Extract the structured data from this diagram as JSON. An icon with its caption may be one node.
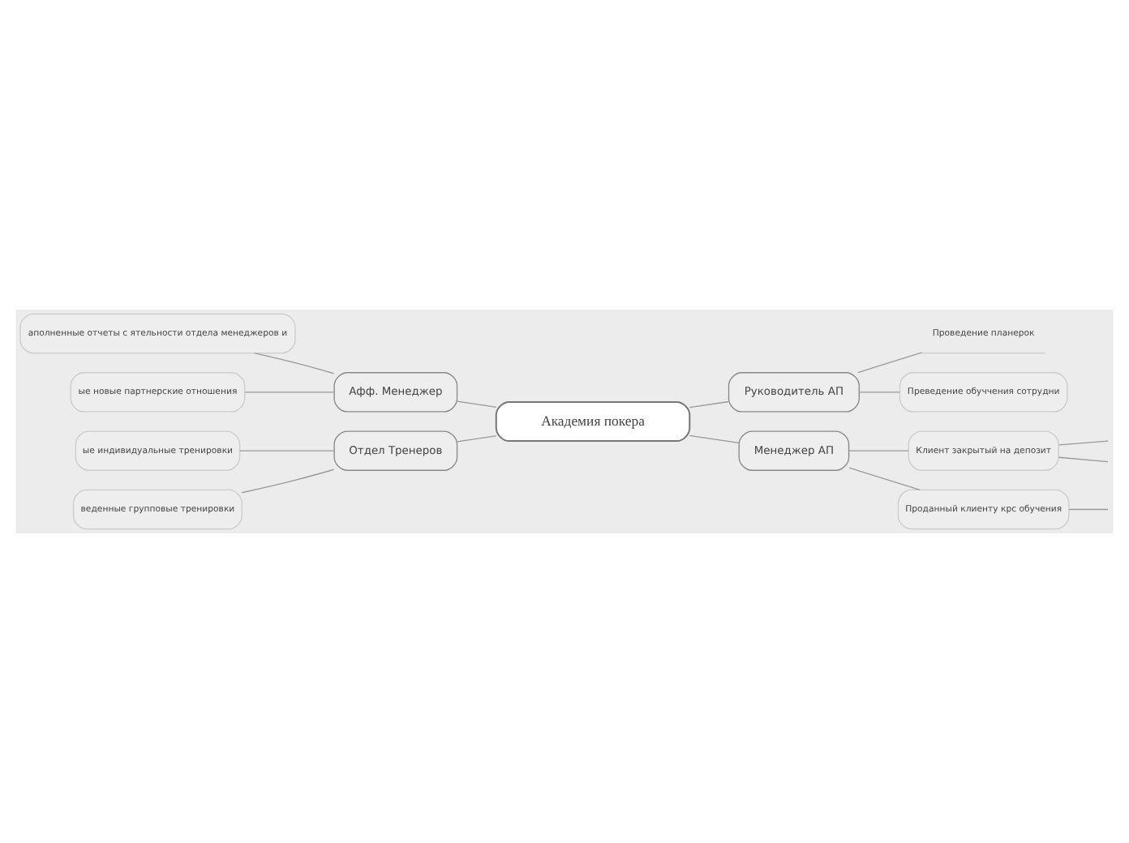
{
  "diagram": {
    "nodes": [
      {
        "text": [
          "Академия покера"
        ]
      },
      {
        "text": [
          "Руководитель АП"
        ]
      },
      {
        "text": [
          "Проведение планерок"
        ]
      },
      {
        "text": [
          "Преведение обуччения сотрудни"
        ]
      },
      {
        "text": [
          "Менеджер АП"
        ]
      },
      {
        "text": [
          "Клиент закрытый на депозит"
        ]
      },
      {
        "text": [
          "Проданный клиенту крс обучения"
        ]
      },
      {
        "text": [
          "Афф. Менеджер"
        ]
      },
      {
        "text": [
          "аполненные отчеты с ятельности отдела менеджеров и"
        ]
      },
      {
        "text": [
          "ые новые партнерские отношения"
        ]
      },
      {
        "text": [
          "Отдел Тренеров"
        ]
      },
      {
        "text": [
          "ые индивидуальные тренировки"
        ]
      },
      {
        "text": [
          "веденные групповые тренировки"
        ]
      }
    ],
    "edges": [
      {
        "from": 0,
        "to": 1,
        "arrow": "none"
      },
      {
        "from": 1,
        "to": 2,
        "arrow": "none"
      },
      {
        "from": 1,
        "to": 3,
        "arrow": "none"
      },
      {
        "from": 0,
        "to": 4,
        "arrow": "none"
      },
      {
        "from": 4,
        "to": 5,
        "arrow": "none"
      },
      {
        "from": 5,
        "to": null,
        "arrow": "none"
      },
      {
        "from": 5,
        "to": null,
        "arrow": "none"
      },
      {
        "from": 4,
        "to": 6,
        "arrow": "none"
      },
      {
        "from": 6,
        "to": null,
        "arrow": "none"
      },
      {
        "from": 0,
        "to": 7,
        "arrow": "none"
      },
      {
        "from": 7,
        "to": 8,
        "arrow": "none"
      },
      {
        "from": 7,
        "to": 9,
        "arrow": "none"
      },
      {
        "from": 0,
        "to": 10,
        "arrow": "none"
      },
      {
        "from": 10,
        "to": 11,
        "arrow": "none"
      },
      {
        "from": 10,
        "to": 12,
        "arrow": "none"
      }
    ]
  }
}
